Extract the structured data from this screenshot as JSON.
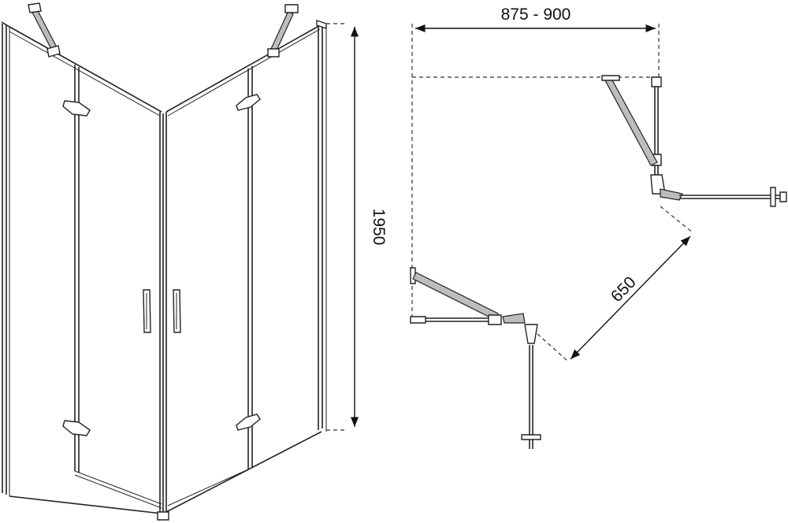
{
  "dimensions": {
    "height": "1950",
    "width_range": "875 - 900",
    "door_width": "650"
  }
}
